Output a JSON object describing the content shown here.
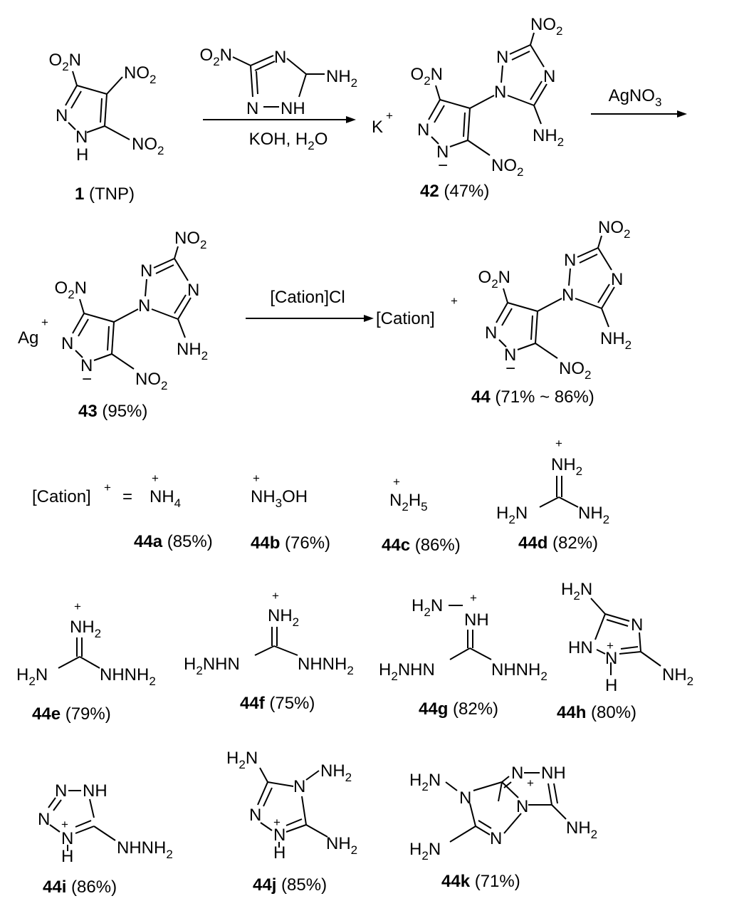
{
  "tnp": {
    "o2n": "O2N",
    "no2_top": "NO2",
    "no2_bottom": "NO2",
    "n": "N",
    "h": "H",
    "id": "1",
    "name": " (TNP)"
  },
  "reagent": {
    "o2n": "O2N",
    "n": "N",
    "nh": "NH",
    "nh2": "NH2"
  },
  "arrow1": {
    "label": "KOH, H2O"
  },
  "arrow2": {
    "label": "AgNO3"
  },
  "arrow3": {
    "label": "[Cation]Cl"
  },
  "anion": {
    "o2n": "O2N",
    "no2": "NO2",
    "n": "N",
    "nh2": "NH2",
    "minus": "−"
  },
  "salt42": {
    "counterion": "K",
    "charge": "+",
    "id": "42",
    "yield": " (47%)"
  },
  "salt43": {
    "counterion": "Ag",
    "charge": "+",
    "id": "43",
    "yield": " (95%)"
  },
  "salt44": {
    "counterion": "[Cation]",
    "charge": "+",
    "id": "44",
    "yield": " (71% ~ 86%)"
  },
  "cations": {
    "intro": "[Cation]",
    "intro_charge": "+",
    "equals": "=",
    "plus": "+",
    "a": {
      "formula": "NH4",
      "id": "44a",
      "yield": " (85%)"
    },
    "b": {
      "formula": "NH3OH",
      "id": "44b",
      "yield": " (76%)"
    },
    "c": {
      "formula": "N2H5",
      "id": "44c",
      "yield": " (86%)"
    },
    "d": {
      "top": "NH2",
      "left": "H2N",
      "right": "NH2",
      "id": "44d",
      "yield": " (82%)"
    },
    "e": {
      "top": "NH2",
      "left": "H2N",
      "right": "NHNH2",
      "id": "44e",
      "yield": " (79%)"
    },
    "f": {
      "top": "NH2",
      "left": "H2NHN",
      "right": "NHNH2",
      "id": "44f",
      "yield": " (75%)"
    },
    "g": {
      "top_left": "H2N",
      "top": "NH",
      "left": "H2NHN",
      "right": "NHNH2",
      "id": "44g",
      "yield": " (82%)"
    },
    "h": {
      "h2n": "H2N",
      "n": "N",
      "hn": "HN",
      "h": "H",
      "nh2": "NH2",
      "id": "44h",
      "yield": " (80%)"
    },
    "i": {
      "n": "N",
      "nh": "NH",
      "h": "H",
      "nhnh2": "NHNH2",
      "id": "44i",
      "yield": " (86%)"
    },
    "j": {
      "h2n": "H2N",
      "n": "N",
      "nh2": "NH2",
      "h": "H",
      "id": "44j",
      "yield": " (85%)"
    },
    "k": {
      "h2n": "H2N",
      "n": "N",
      "nh": "NH",
      "nh2": "NH2",
      "id": "44k",
      "yield": " (71%)"
    }
  }
}
